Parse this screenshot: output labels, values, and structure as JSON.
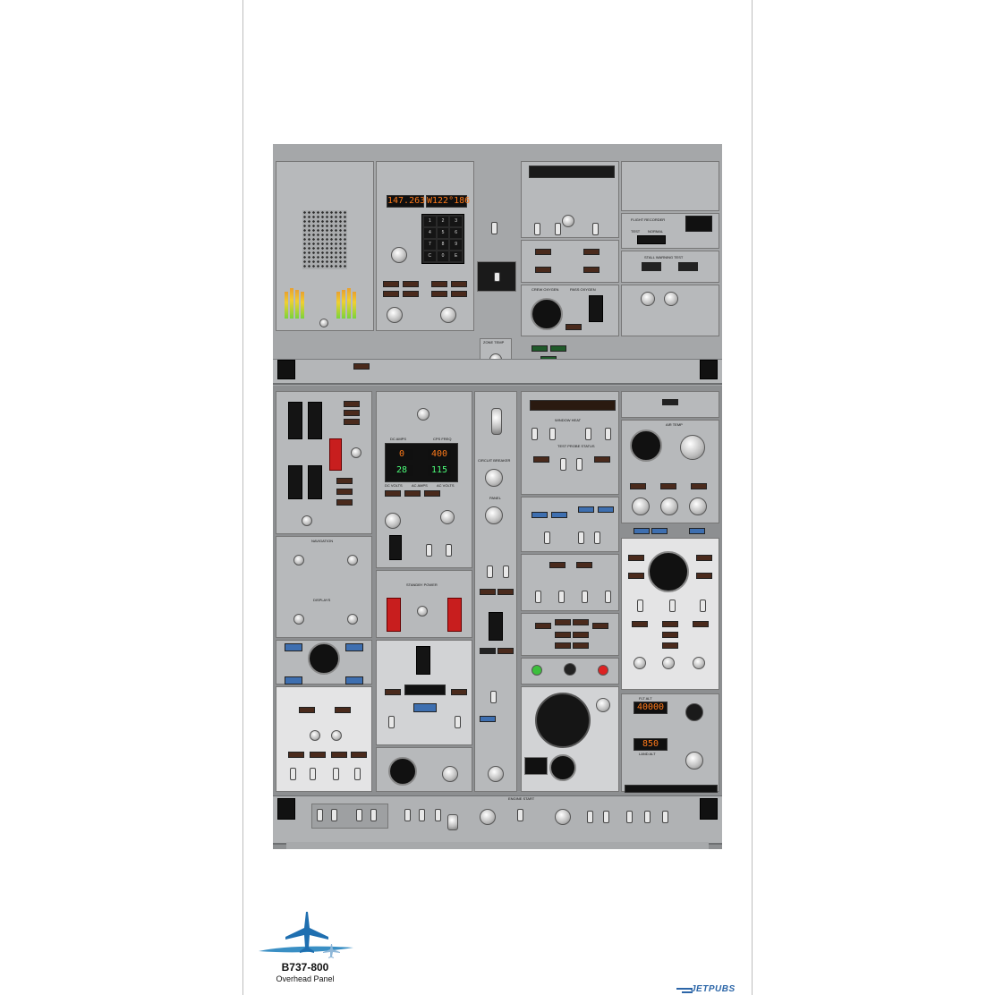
{
  "poster": {
    "aircraft": "B737-800",
    "subtitle": "Overhead Panel",
    "brand": "JETPUBS",
    "brand_color": "#2c66a8"
  },
  "forward_overhead": {
    "adf_readout_left": "147.263",
    "adf_readout_right": "W122°186",
    "flight_recorder_label": "FLIGHT RECORDER",
    "flight_recorder_test": "TEST",
    "flight_recorder_normal": "NORMAL",
    "stall_warning_test": "STALL WARNING TEST",
    "crew_oxygen": "CREW OXYGEN",
    "pass_oxygen": "PASS OXYGEN",
    "zone_temp_label": "ZONE TEMP"
  },
  "aft_overhead": {
    "dc_amps_label": "DC AMPS",
    "cps_freq_label": "CPS FREQ",
    "dc_volts_label": "DC VOLTS",
    "ac_amps_label": "AC AMPS",
    "ac_volts_label": "AC VOLTS",
    "dc_amps_value": "0",
    "cps_freq_value": "400",
    "dc_volts_value": "28",
    "ac_volts_value": "115",
    "navigation_label": "NAVIGATION",
    "displays_label": "DISPLAYS",
    "standby_power_label": "STANDBY POWER",
    "air_temp_label": "AIR TEMP",
    "window_heat_label": "WINDOW HEAT",
    "probe_test_label": "TEST PROBE STATUS",
    "flt_alt_value": "40000",
    "land_alt_value": "850",
    "flt_alt_label": "FLT ALT",
    "land_alt_label": "LAND ALT",
    "engine_start_label": "ENGINE START",
    "circuit_breaker_label": "CIRCUIT BREAKER",
    "panel_label": "PANEL"
  },
  "colors": {
    "panel_gray": "#8d8f91",
    "amber_display": "#ff7a1a",
    "annunciator_blue": "#3e6fb0",
    "guard_red": "#c81e1e"
  }
}
